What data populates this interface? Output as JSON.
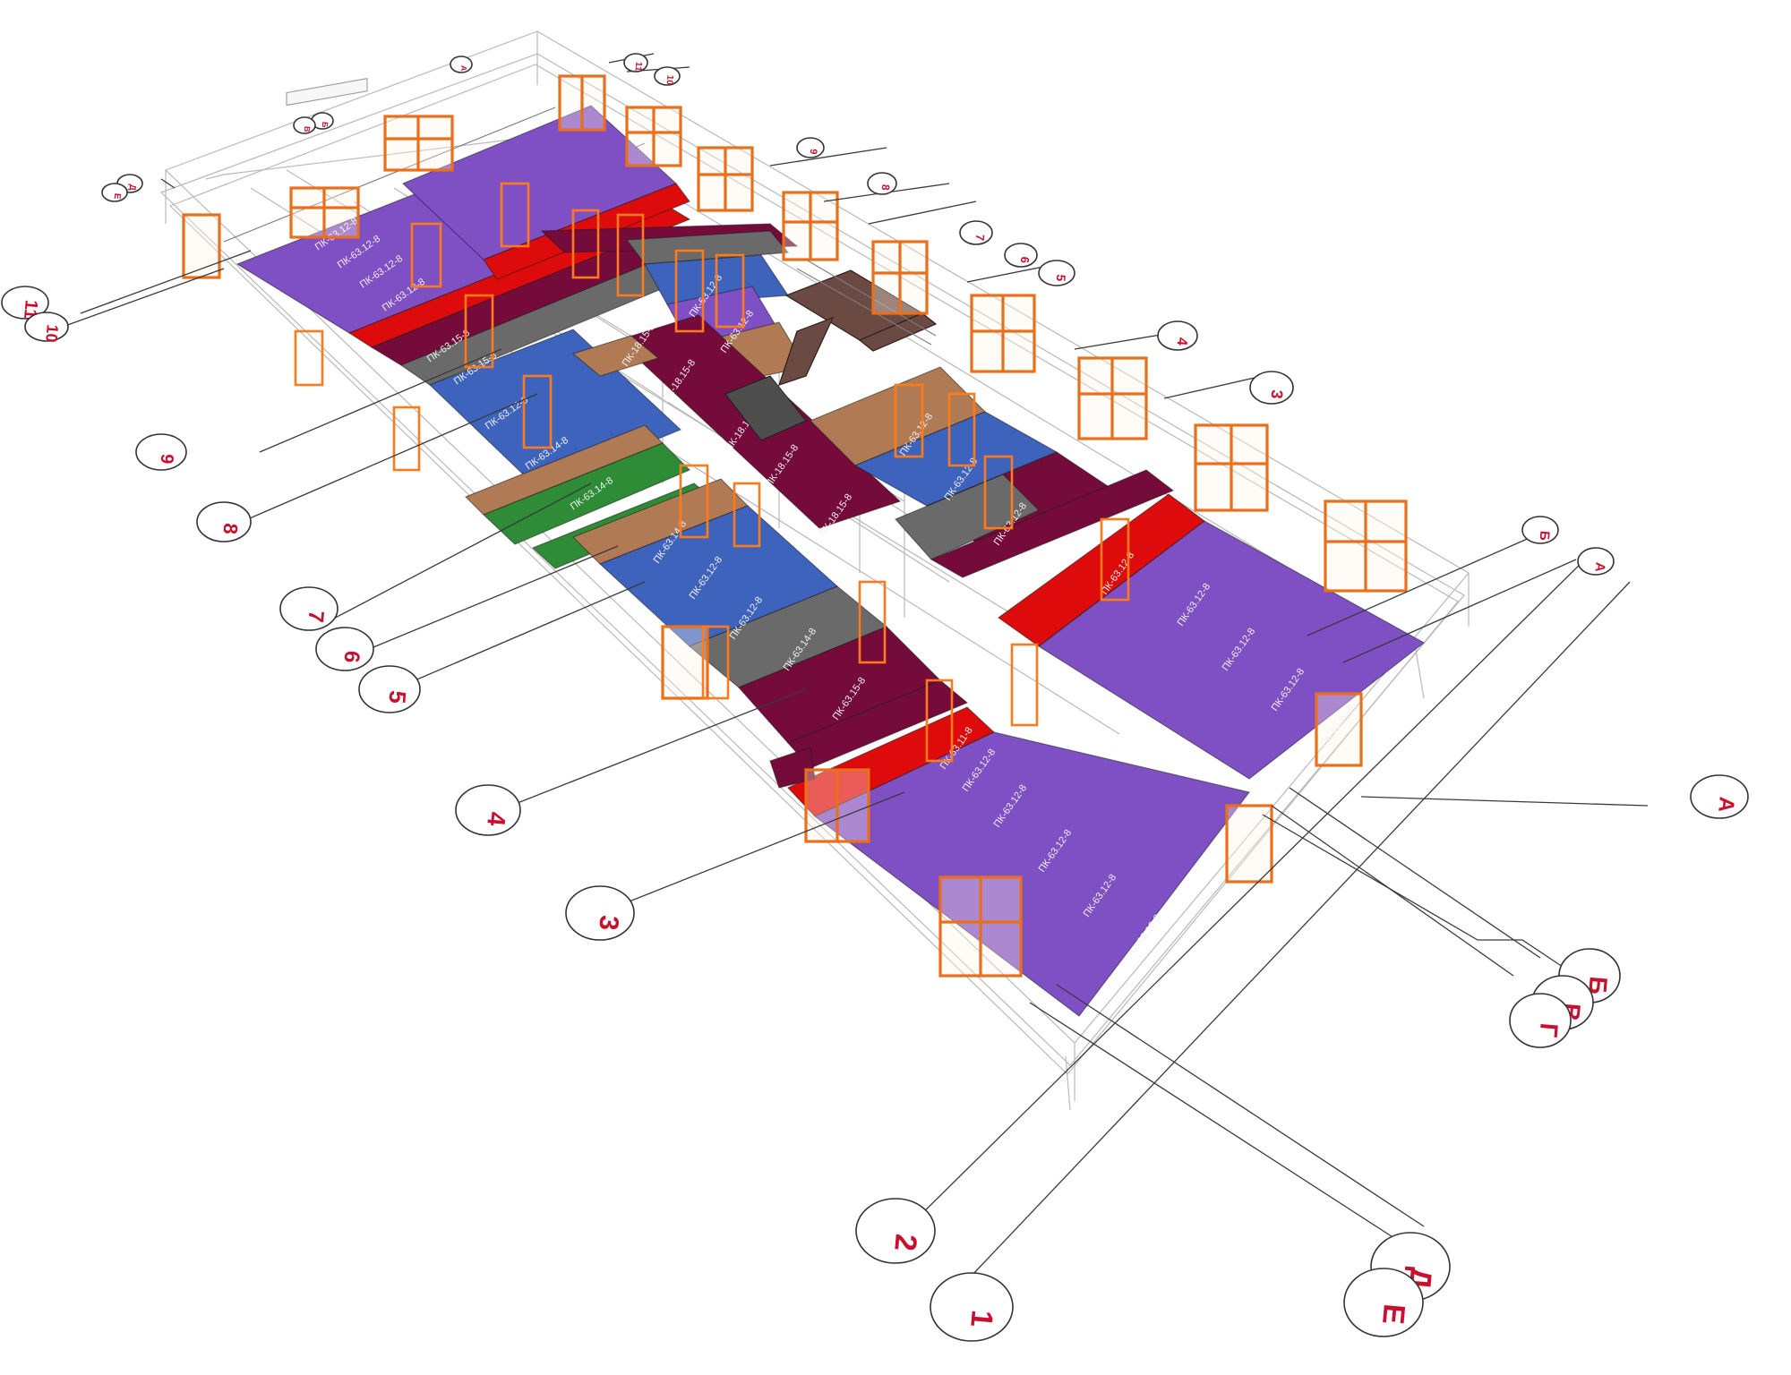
{
  "colors": {
    "purple": "#7f4fc4",
    "red": "#dd0b0b",
    "maroon": "#740b3a",
    "grey": "#6a6a6a",
    "blue": "#3d63bd",
    "tan": "#b07a54",
    "green": "#2e8b36",
    "orange": "#ea6f1a",
    "axis_red": "#c8102e"
  },
  "number_axes": [
    "1",
    "2",
    "3",
    "4",
    "5",
    "6",
    "7",
    "8",
    "9",
    "10",
    "11"
  ],
  "letter_axes": [
    "А",
    "Б",
    "В",
    "Г",
    "Д",
    "Е"
  ],
  "slab_marks": {
    "pk_63_12": "ПК-63.12-8",
    "pk_63_15": "ПК-63.15-8",
    "pk_18_15": "ПК-18.15-8",
    "pk_63_14": "ПК-63.14-8",
    "pk_63_11": "ПК-63.11-8"
  }
}
